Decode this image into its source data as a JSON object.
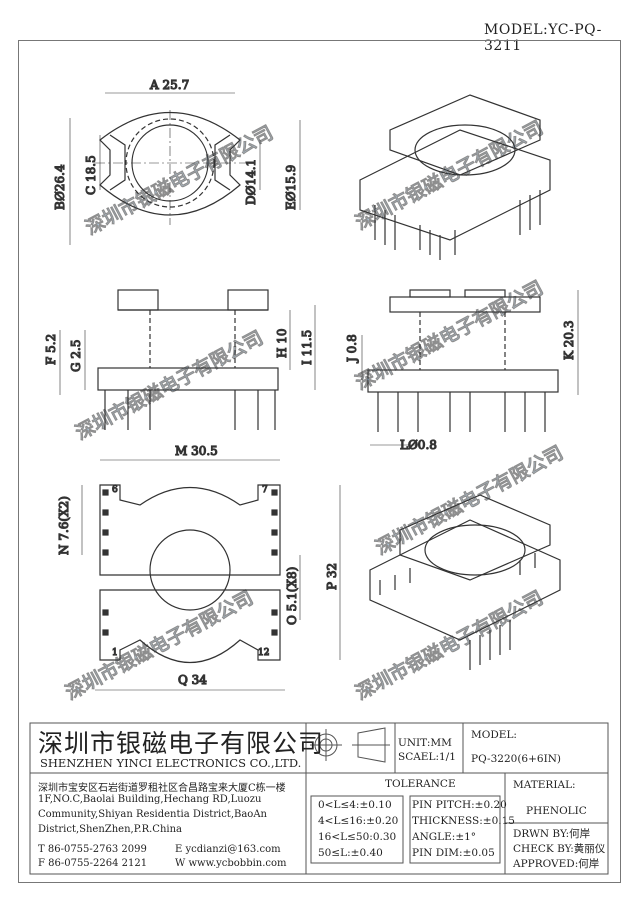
{
  "header": {
    "model": "MODEL:YC-PQ-3211"
  },
  "watermark": "深圳市银磁电子有限公司",
  "dimensions": {
    "A": "A 25.7",
    "B": "BØ26.4",
    "C": "C 18.5",
    "D": "DØ14.1",
    "E": "EØ15.9",
    "F": "F 5.2",
    "G": "G 2.5",
    "H": "H 10",
    "I": "I 11.5",
    "J": "J 0.8",
    "K": "K 20.3",
    "L": "LØ0.8",
    "M": "M 30.5",
    "N": "N 7.6(X2)",
    "O": "O 5.1(X8)",
    "P": "P 32",
    "Q": "Q 34"
  },
  "pins": {
    "p6": "6",
    "p7": "7",
    "p1": "1",
    "p12": "12"
  },
  "company": {
    "cn_name": "深圳市银磁电子有限公司",
    "en_name": "SHENZHEN YINCI ELECTRONICS CO.,LTD.",
    "address_cn": "深圳市宝安区石岩街道罗租社区合昌路宝来大厦C栋一楼",
    "address_en": [
      "1F,NO.C,Baolai Building,Hechang RD,Luozu",
      "Community,Shiyan Residentia District,BaoAn",
      "District,ShenZhen,P.R.China"
    ],
    "tel": "T 86-0755-2763 2099",
    "fax": "F 86-0755-2264 2121",
    "email": "E ycdianzi@163.com",
    "web": "W www.ycbobbin.com"
  },
  "title_block": {
    "unit": "UNIT:MM",
    "scale": "SCAEL:1/1",
    "model_label": "MODEL:",
    "model_value": "PQ-3220(6+6IN)",
    "tolerance_title": "TOLERANCE",
    "tolerance_left": [
      "0<L≤4:±0.10",
      "4<L≤16:±0.20",
      "16<L≤50:0.30",
      "50≤L:±0.40"
    ],
    "tolerance_right": [
      "PIN PITCH:±0.20",
      "THICKNESS:±0.15",
      "ANGLE:±1°",
      "PIN DIM:±0.05"
    ],
    "material_label": "MATERIAL:",
    "material_value": "PHENOLIC",
    "drawn_by": "DRWN BY:何岸",
    "check_by": "CHECK BY:黄丽仪",
    "approved": "APPROVED:何岸"
  }
}
